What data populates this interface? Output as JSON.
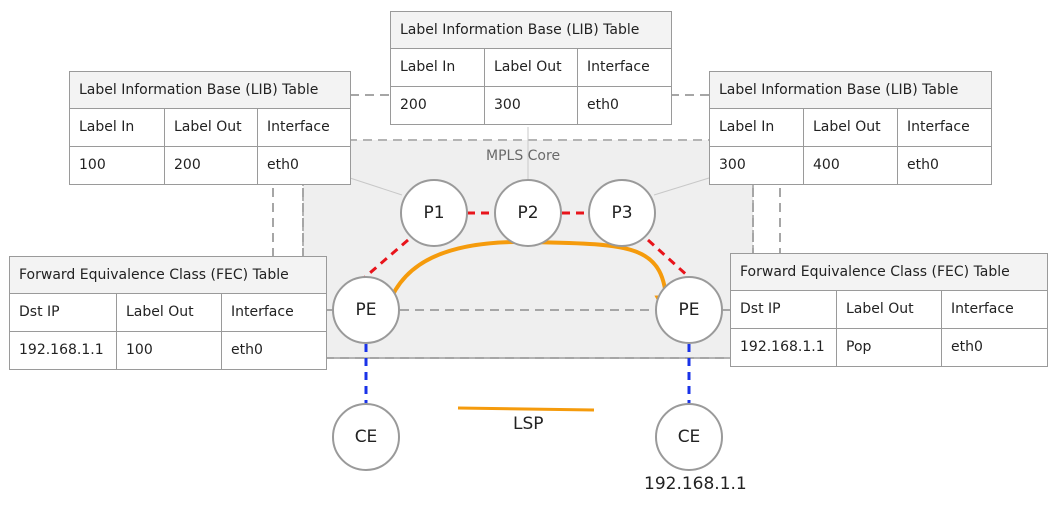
{
  "core": {
    "label": "MPLS Core"
  },
  "nodes": {
    "p1": "P1",
    "p2": "P2",
    "p3": "P3",
    "pe_left": "PE",
    "pe_right": "PE",
    "ce_left": "CE",
    "ce_right": "CE"
  },
  "ce_right_ip": "192.168.1.1",
  "legend": {
    "lsp": "LSP"
  },
  "colors": {
    "lsp": "#f59b0c",
    "core_link": "#e8141b",
    "access_link": "#1a33e8",
    "connector": "#9a9a9a"
  },
  "lib_left": {
    "title": "Label Information Base (LIB) Table",
    "headers": [
      "Label In",
      "Label Out",
      "Interface"
    ],
    "row": [
      "100",
      "200",
      "eth0"
    ]
  },
  "lib_mid": {
    "title": "Label Information Base (LIB) Table",
    "headers": [
      "Label In",
      "Label Out",
      "Interface"
    ],
    "row": [
      "200",
      "300",
      "eth0"
    ]
  },
  "lib_right": {
    "title": "Label Information Base (LIB) Table",
    "headers": [
      "Label In",
      "Label Out",
      "Interface"
    ],
    "row": [
      "300",
      "400",
      "eth0"
    ]
  },
  "fec_left": {
    "title": "Forward Equivalence Class (FEC) Table",
    "headers": [
      "Dst IP",
      "Label Out",
      "Interface"
    ],
    "row": [
      "192.168.1.1",
      "100",
      "eth0"
    ]
  },
  "fec_right": {
    "title": "Forward Equivalence Class (FEC) Table",
    "headers": [
      "Dst IP",
      "Label Out",
      "Interface"
    ],
    "row": [
      "192.168.1.1",
      "Pop",
      "eth0"
    ]
  }
}
